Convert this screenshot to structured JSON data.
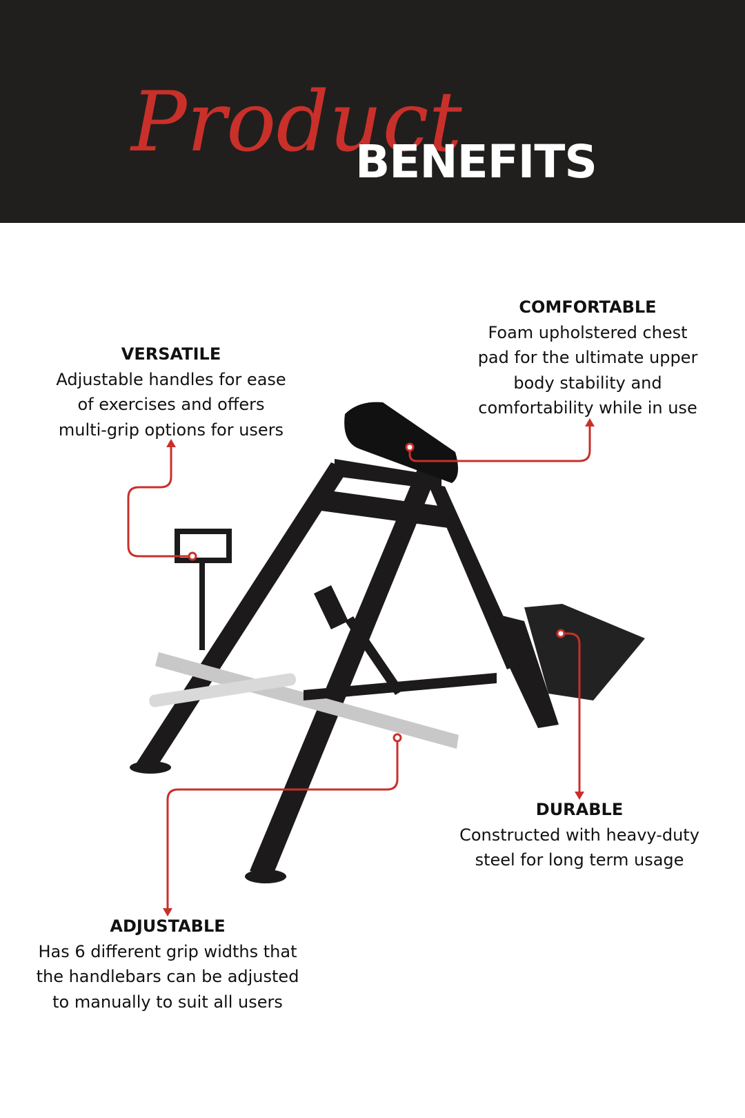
{
  "header": {
    "script_title": "Product",
    "title": "BENEFITS",
    "background_color": "#201f1e",
    "accent_color": "#c9302a"
  },
  "benefits": [
    {
      "title": "COMFORTABLE",
      "lines": [
        "Foam upholstered chest",
        "pad for the ultimate upper",
        "body stability and",
        "comfortability while in use"
      ]
    },
    {
      "title": "VERSATILE",
      "lines": [
        "Adjustable handles for ease",
        "of exercises and offers",
        "multi-grip options for users"
      ]
    },
    {
      "title": "DURABLE",
      "lines": [
        "Constructed with heavy-duty",
        "steel for long term usage"
      ]
    },
    {
      "title": "ADJUSTABLE",
      "lines": [
        "Has 6 different grip widths that",
        "the handlebars can be adjusted",
        "to manually to suit all users"
      ]
    }
  ]
}
